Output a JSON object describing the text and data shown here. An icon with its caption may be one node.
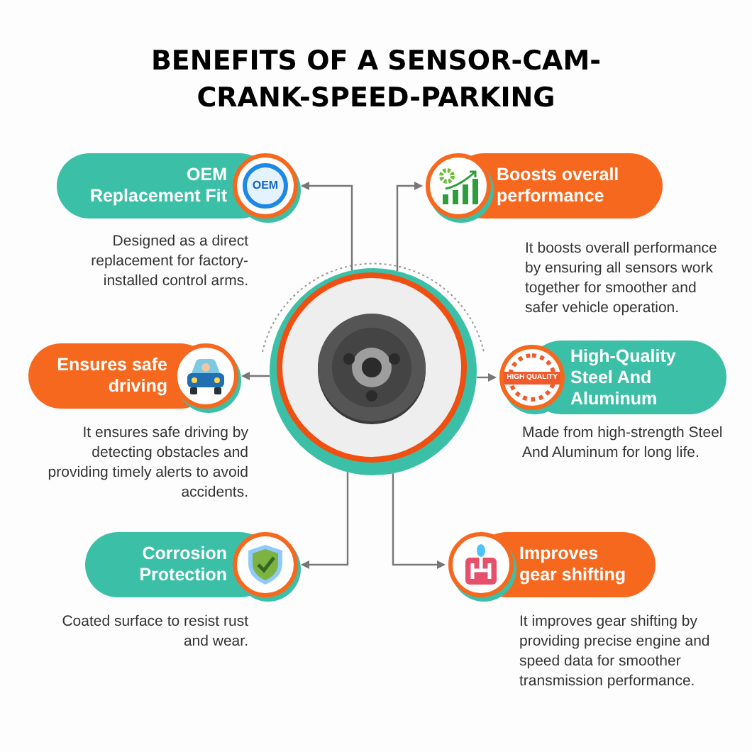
{
  "diagram": {
    "title": "BENEFITS OF A SENSOR-CAM-CRANK-SPEED-PARKING",
    "nodes": [
      {
        "text": [],
        "shape": "picture"
      },
      {
        "text": [
          "OEM Replacement Fit"
        ],
        "beside": [
          "Designed as a direct replacement for factory-installed control arms."
        ]
      },
      {
        "text": [
          "Ensures safe driving"
        ],
        "beside": [
          "It ensures safe driving by detecting obstacles and providing timely alerts to avoid accidents."
        ]
      },
      {
        "text": [
          "Corrosion Protection"
        ],
        "beside": [
          "Coated surface to resist rust and wear."
        ]
      },
      {
        "text": [
          "Boosts overall performance"
        ],
        "beside": [
          "It boosts overall performance by ensuring all sensors work together for smoother and safer vehicle operation."
        ]
      },
      {
        "text": [
          "High-Quality Steel And Aluminum"
        ],
        "beside": [
          "Made from high-strength Steel And Aluminum for long life."
        ]
      },
      {
        "text": [
          "Improves gear shifting"
        ],
        "beside": [
          "It improves gear shifting by providing precise engine and speed data for smoother transmission performance."
        ]
      }
    ],
    "edges": [
      {
        "from": 0,
        "to": 1,
        "arrow": "to"
      },
      {
        "from": 0,
        "to": 2,
        "arrow": "to"
      },
      {
        "from": 0,
        "to": 3,
        "arrow": "to"
      },
      {
        "from": 0,
        "to": 4,
        "arrow": "to"
      },
      {
        "from": 0,
        "to": 5,
        "arrow": "to"
      },
      {
        "from": 0,
        "to": 6,
        "arrow": "to"
      }
    ],
    "labels": [
      "OEM",
      "HIGH QUALITY"
    ]
  }
}
